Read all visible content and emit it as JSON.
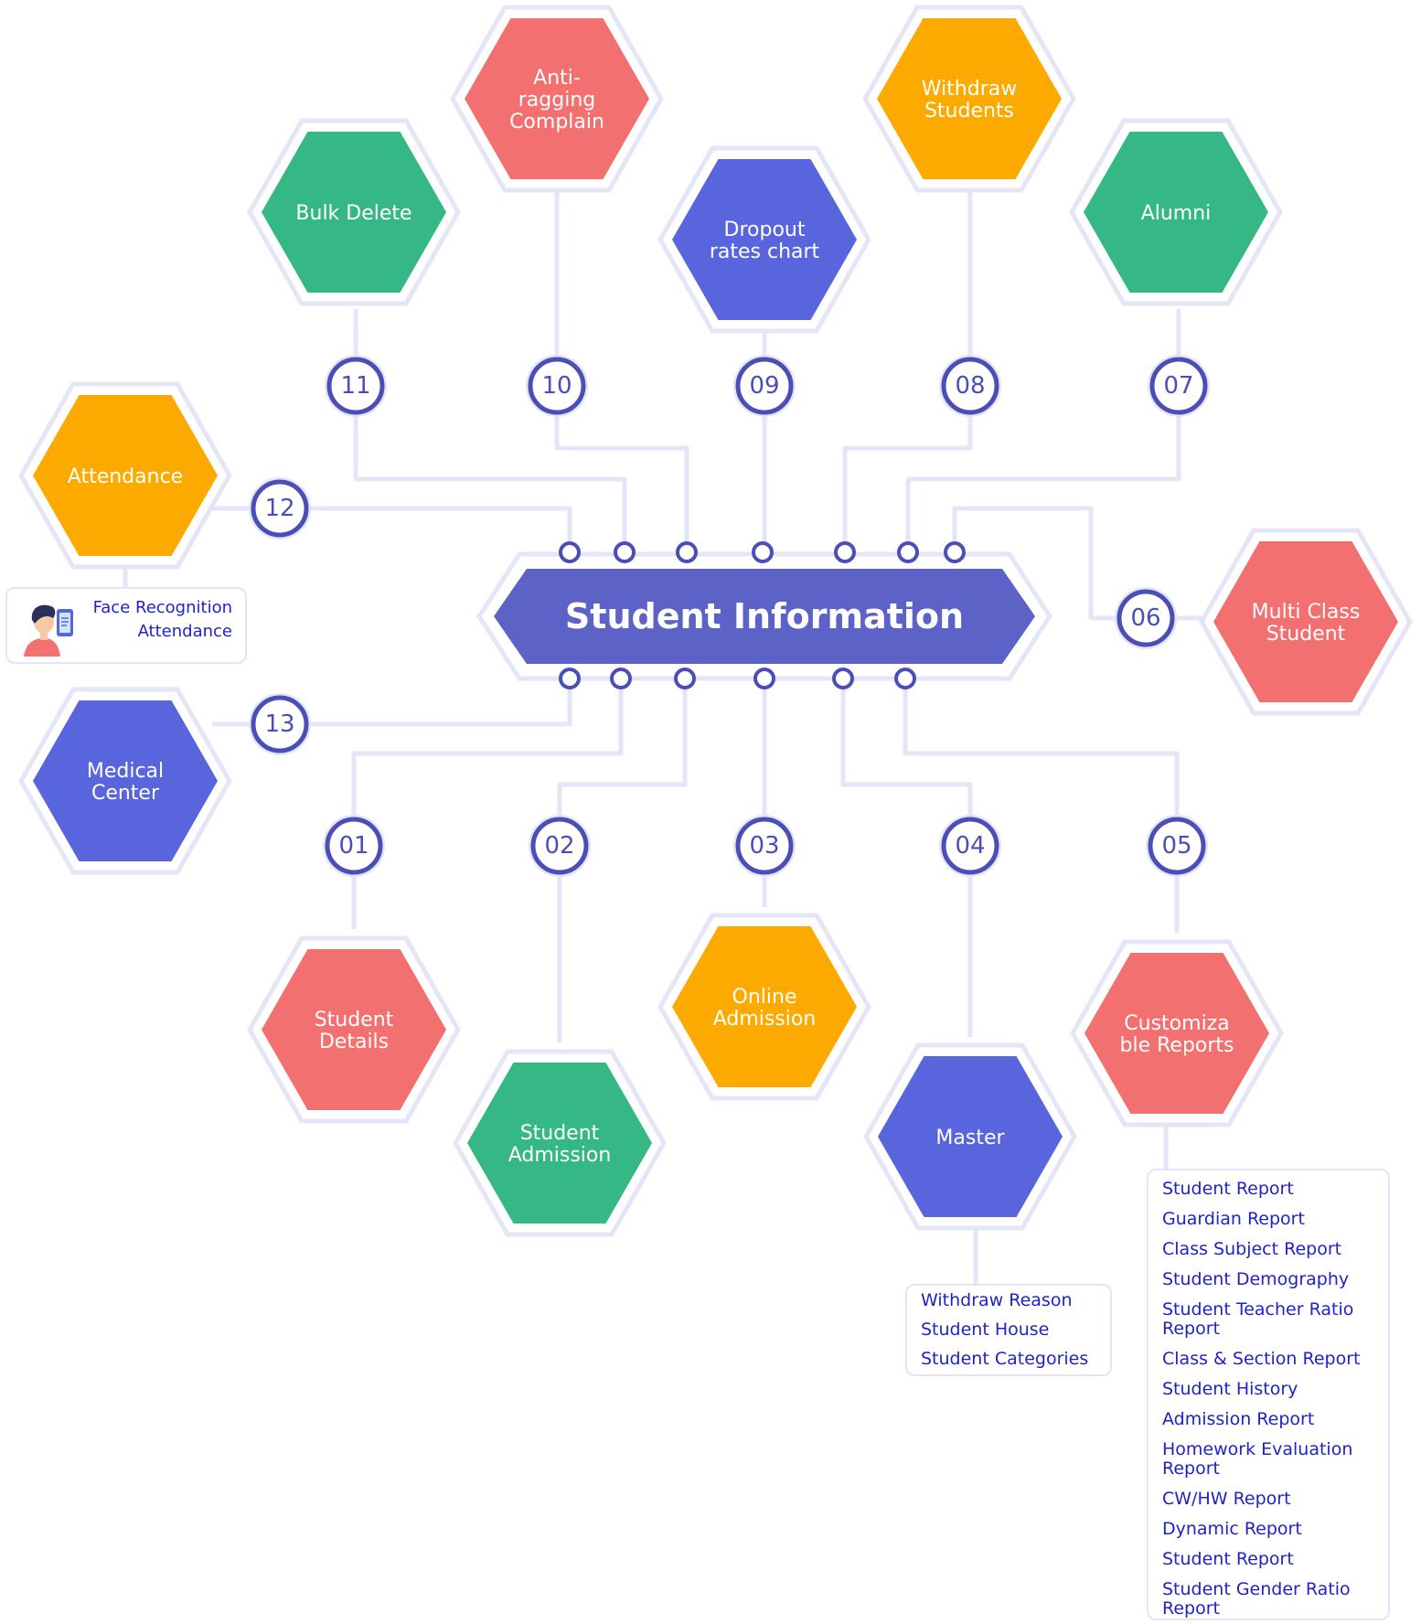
{
  "center": {
    "title": "Student Information"
  },
  "colors": {
    "green": "#35b886",
    "red": "#f2706f",
    "blue": "#5865dd",
    "orange": "#fdaa00",
    "center": "#5c62c6",
    "connector": "#e4e6f8",
    "node_ring": "#4a4fb8",
    "list_text": "#1f23c8"
  },
  "modules": [
    {
      "id": "m01",
      "number": "01",
      "color": "red",
      "lines": [
        "Student",
        "Details"
      ]
    },
    {
      "id": "m02",
      "number": "02",
      "color": "green",
      "lines": [
        "Student",
        "Admission"
      ]
    },
    {
      "id": "m03",
      "number": "03",
      "color": "orange",
      "lines": [
        "Online",
        "Admission"
      ]
    },
    {
      "id": "m04",
      "number": "04",
      "color": "blue",
      "lines": [
        "Master"
      ]
    },
    {
      "id": "m05",
      "number": "05",
      "color": "red",
      "lines": [
        "Customiza",
        "ble Reports"
      ]
    },
    {
      "id": "m06",
      "number": "06",
      "color": "red",
      "lines": [
        "Multi Class",
        "Student"
      ]
    },
    {
      "id": "m07",
      "number": "07",
      "color": "green",
      "lines": [
        "Alumni"
      ]
    },
    {
      "id": "m08",
      "number": "08",
      "color": "orange",
      "lines": [
        "Withdraw",
        "Students"
      ]
    },
    {
      "id": "m09",
      "number": "09",
      "color": "blue",
      "lines": [
        "Dropout",
        "rates chart"
      ]
    },
    {
      "id": "m10",
      "number": "10",
      "color": "red",
      "lines": [
        "Anti-",
        "ragging",
        "Complain"
      ]
    },
    {
      "id": "m11",
      "number": "11",
      "color": "green",
      "lines": [
        "Bulk Delete"
      ]
    },
    {
      "id": "m12",
      "number": "12",
      "color": "orange",
      "lines": [
        "Attendance"
      ]
    },
    {
      "id": "m13",
      "number": "13",
      "color": "blue",
      "lines": [
        "Medical",
        "Center"
      ]
    }
  ],
  "face_recognition": {
    "icon": "face-scan-person-icon",
    "line1": "Face Recognition",
    "line2": "Attendance"
  },
  "master_items": [
    "Withdraw Reason",
    "Student House",
    "Student Categories"
  ],
  "report_items": [
    "Student Report",
    "Guardian Report",
    "Class Subject Report",
    "Student Demography",
    "Student Teacher Ratio Report",
    "Class & Section Report",
    "Student History",
    "Admission Report",
    "Homework Evaluation Report",
    "CW/HW Report",
    "Dynamic Report",
    "Student Report",
    "Student Gender Ratio Report"
  ]
}
